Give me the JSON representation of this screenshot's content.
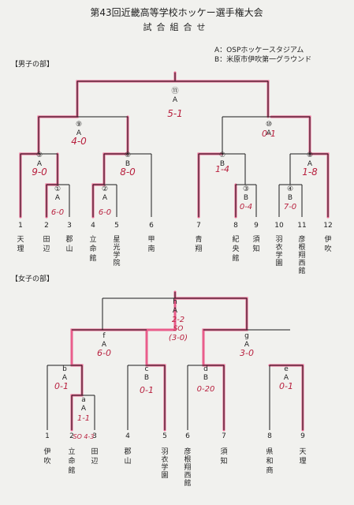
{
  "title": "第43回近畿高等学校ホッケー選手権大会",
  "subtitle": "試合組合せ",
  "legend": [
    "A：OSPホッケースタジアム",
    "B：米原市伊吹第一グラウンド"
  ],
  "men": {
    "label": "【男子の部】",
    "teams": [
      {
        "num": "1",
        "name": "天理"
      },
      {
        "num": "2",
        "name": "田辺"
      },
      {
        "num": "3",
        "name": "郡山"
      },
      {
        "num": "4",
        "name": "立命館"
      },
      {
        "num": "5",
        "name": "星光学院"
      },
      {
        "num": "6",
        "name": "甲南"
      },
      {
        "num": "7",
        "name": "青翔"
      },
      {
        "num": "8",
        "name": "紀央館"
      },
      {
        "num": "9",
        "name": "須知"
      },
      {
        "num": "10",
        "name": "羽衣学園"
      },
      {
        "num": "11",
        "name": "彦根翔西館"
      },
      {
        "num": "12",
        "name": "伊吹"
      }
    ],
    "matches": [
      {
        "id": "①",
        "venue": "A",
        "score": "6-0"
      },
      {
        "id": "②",
        "venue": "A",
        "score": "6-0"
      },
      {
        "id": "③",
        "venue": "B",
        "score": "0-4"
      },
      {
        "id": "④",
        "venue": "B",
        "score": "7-0"
      },
      {
        "id": "⑤",
        "venue": "A",
        "score": "9-0"
      },
      {
        "id": "⑥",
        "venue": "B",
        "score": "8-0"
      },
      {
        "id": "⑦",
        "venue": "B",
        "score": "1-4"
      },
      {
        "id": "⑧",
        "venue": "A",
        "score": "1-8"
      },
      {
        "id": "⑨",
        "venue": "A",
        "score": "4-0"
      },
      {
        "id": "⑩",
        "venue": "A",
        "score": "0-1"
      },
      {
        "id": "⑪",
        "venue": "A",
        "score": "5-1"
      }
    ]
  },
  "women": {
    "label": "【女子の部】",
    "teams": [
      {
        "num": "1",
        "name": "伊吹"
      },
      {
        "num": "2",
        "name": "立命館"
      },
      {
        "num": "3",
        "name": "田辺"
      },
      {
        "num": "4",
        "name": "郡山"
      },
      {
        "num": "5",
        "name": "羽衣学園"
      },
      {
        "num": "6",
        "name": "彦根翔西館"
      },
      {
        "num": "7",
        "name": "須知"
      },
      {
        "num": "8",
        "name": "県和商"
      },
      {
        "num": "9",
        "name": "天理"
      }
    ],
    "matches": [
      {
        "id": "a",
        "venue": "A",
        "score": "1-1",
        "extra": "SO 4-3"
      },
      {
        "id": "b",
        "venue": "A",
        "score": "0-1"
      },
      {
        "id": "c",
        "venue": "B",
        "score": "0-1"
      },
      {
        "id": "d",
        "venue": "B",
        "score": "0-20"
      },
      {
        "id": "e",
        "venue": "A",
        "score": "0-1"
      },
      {
        "id": "f",
        "venue": "A",
        "score": "6-0"
      },
      {
        "id": "g",
        "venue": "A",
        "score": "3-0"
      },
      {
        "id": "h",
        "venue": "A",
        "score": "2-2",
        "extra": "SO",
        "extra2": "(3-0)"
      }
    ]
  },
  "colors": {
    "line": "#1c1c1c",
    "highlight": "#e8447a",
    "handwriting": "#b8213f",
    "paper": "#f1f1ee"
  }
}
